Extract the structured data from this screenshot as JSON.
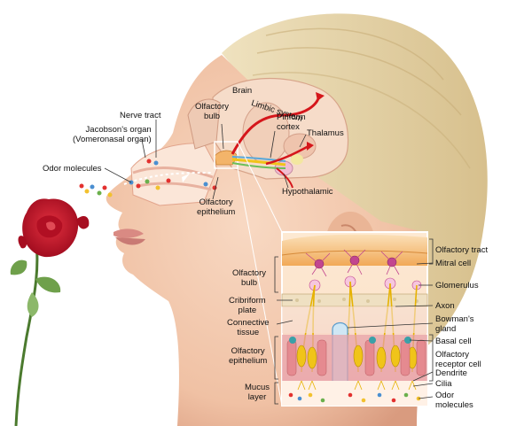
{
  "colors": {
    "skin": "#f3c7aa",
    "skin_shadow": "#d99b7f",
    "hair": "#e6d3a6",
    "rose": "#c8112a",
    "nerve_red": "#d5161b",
    "nerve_yellow": "#f0c419",
    "bulb_orange": "#f3b46a",
    "epithelium_pink": "#e7a1a8",
    "label_text": "#111111"
  },
  "labels": {
    "brain": "Brain",
    "limbic_system": "Limbic system",
    "olfactory_bulb": "Olfactory\nbulb",
    "nerve_tract": "Nerve tract",
    "jacobsons_organ": "Jacobson's organ\n(Vomeronasal organ)",
    "piriform_cortex": "Piriform\ncortex",
    "thalamus": "Thalamus",
    "odor_molecules": "Odor molecules",
    "hypothalamic": "Hypothalamic",
    "olfactory_epithelium": "Olfactory\nepithelium"
  },
  "inset_labels": {
    "olfactory_tract": "Olfactory tract",
    "mitral_cell": "Mitral cell",
    "olfactory_bulb": "Olfactory\nbulb",
    "glomerulus": "Glomerulus",
    "cribriform_plate": "Cribriform\nplate",
    "axon": "Axon",
    "bowmans_gland": "Bowman's\ngland",
    "connective_tissue": "Connective\ntissue",
    "basal_cell": "Basal cell",
    "olfactory_epithelium": "Olfactory\nepithelium",
    "olfactory_receptor_cell": "Olfactory\nreceptor cell",
    "dendrite": "Dendrite",
    "mucus_layer": "Mucus\nlayer",
    "cilia": "Cilia",
    "odor_molecules": "Odor\nmolecules"
  }
}
